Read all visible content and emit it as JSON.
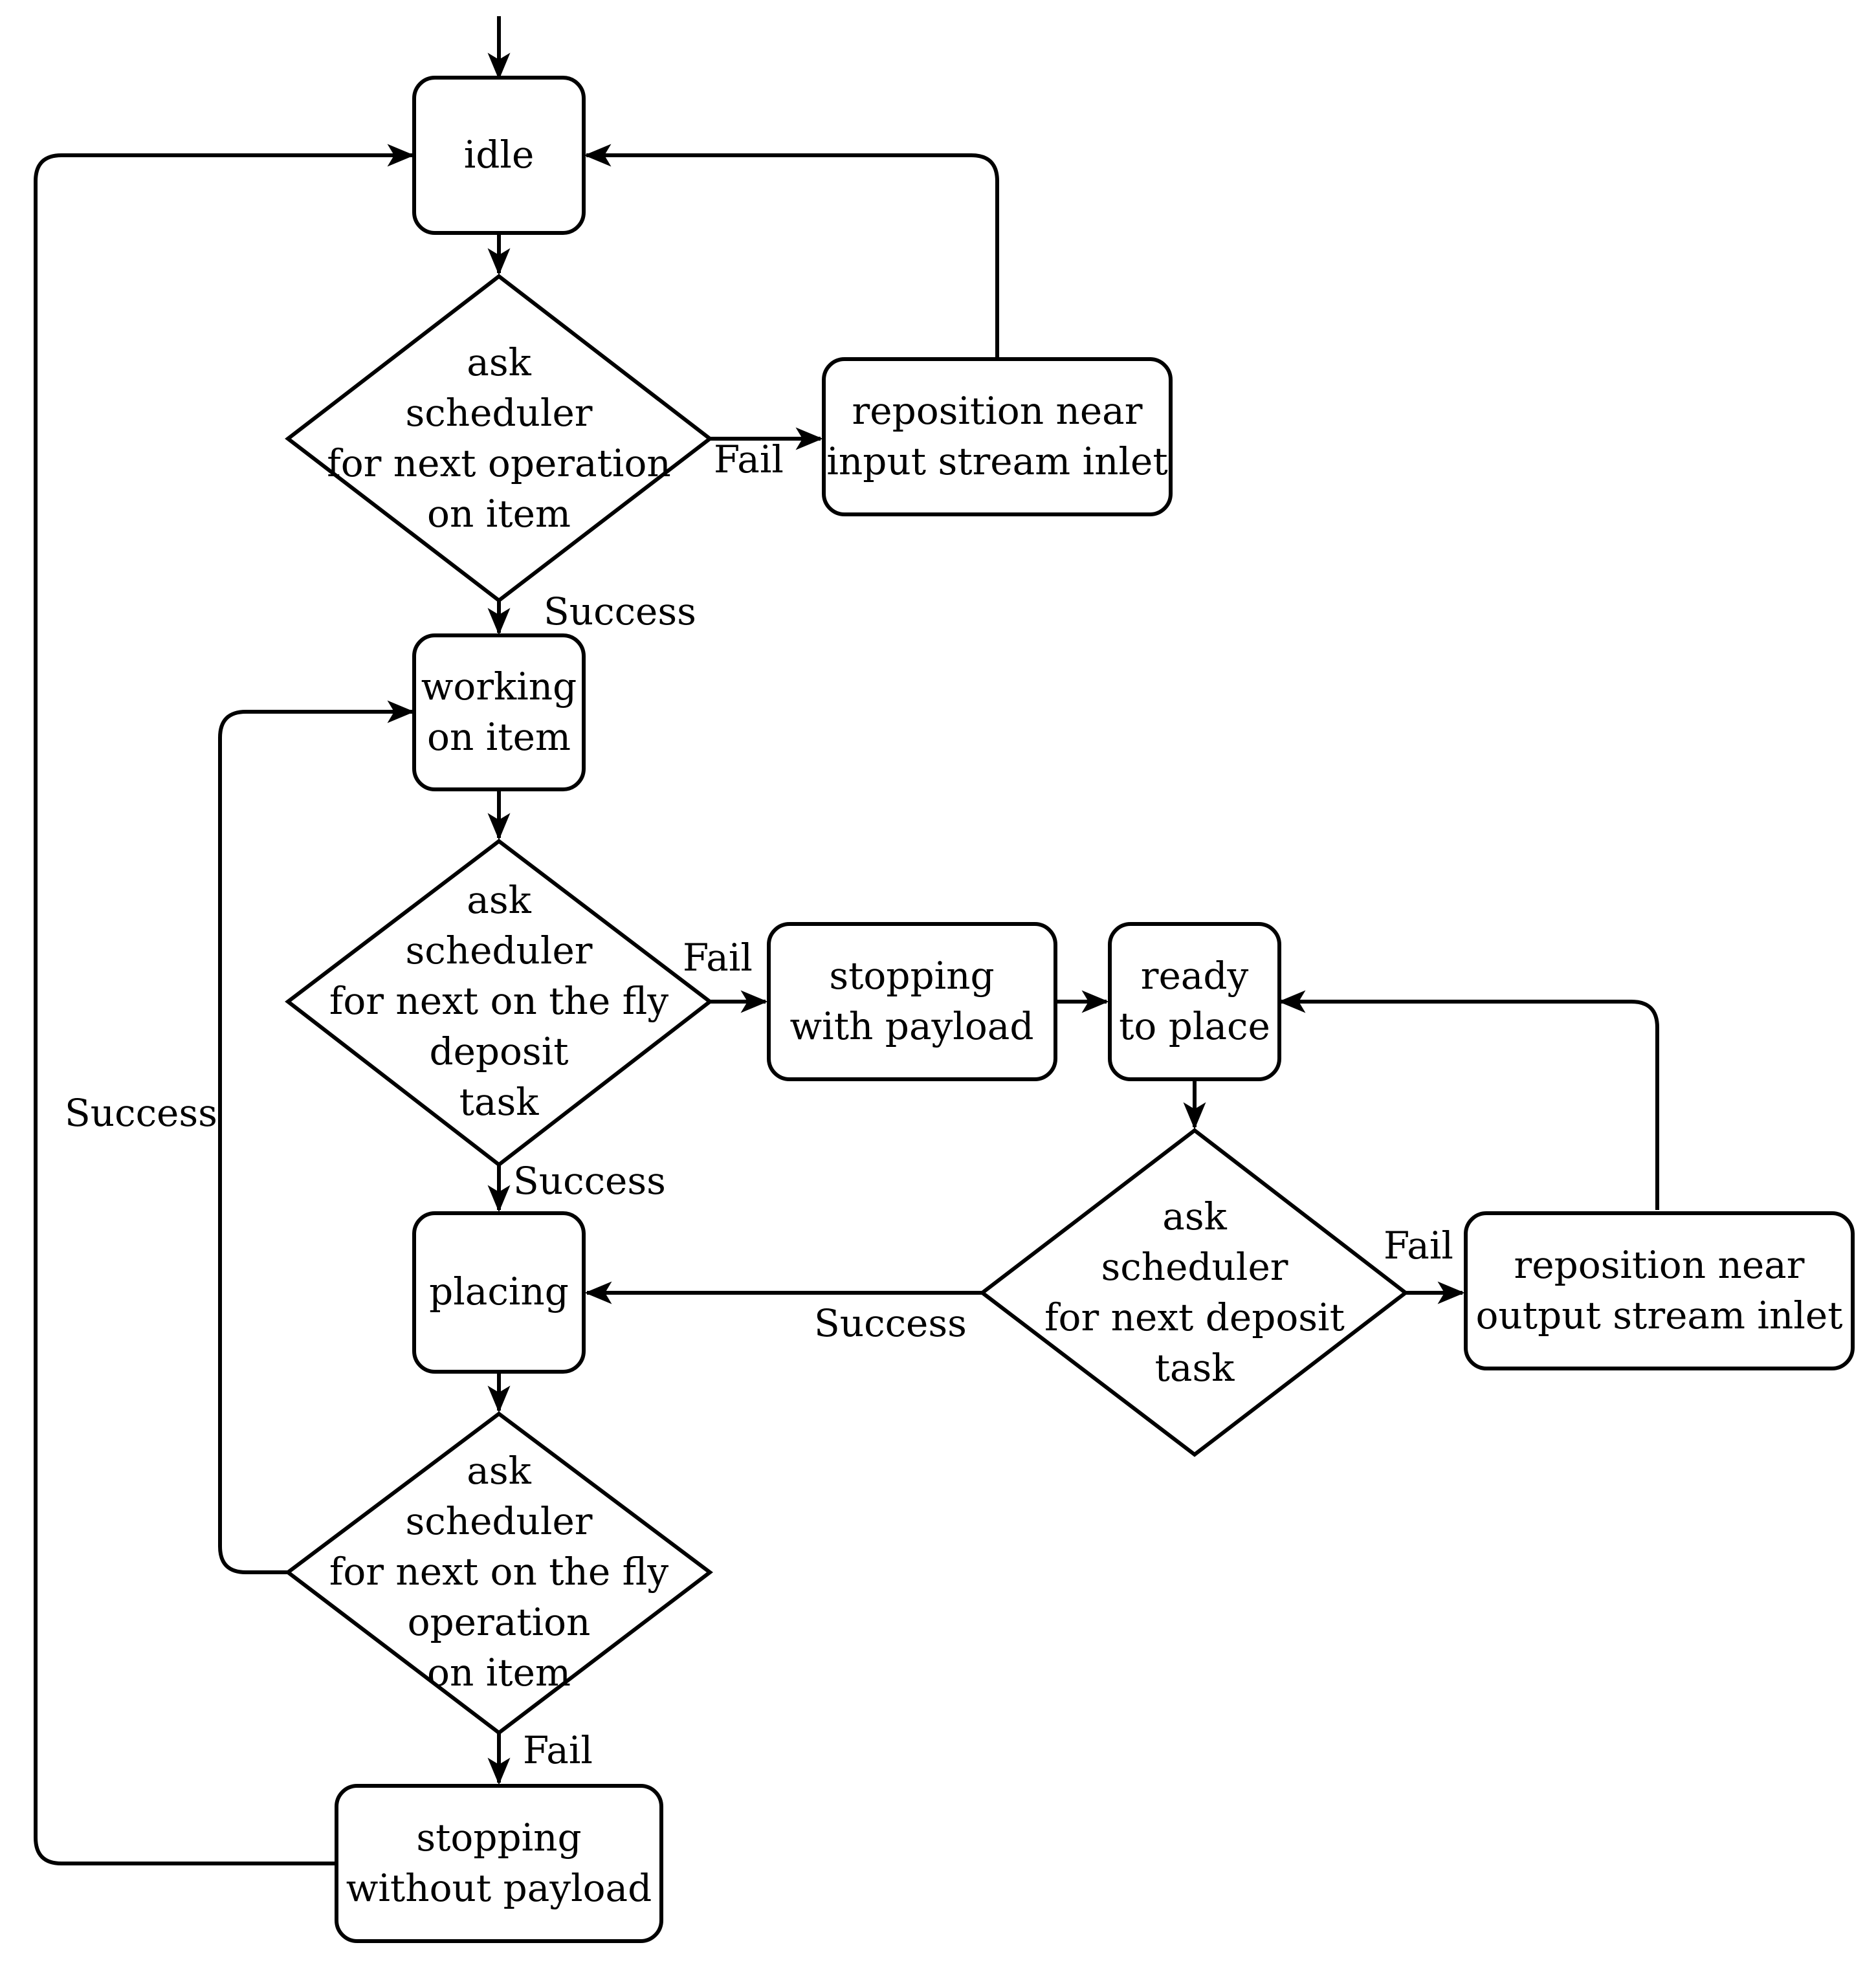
{
  "nodes": {
    "idle": {
      "lines": [
        "idle"
      ]
    },
    "ask_next_operation": {
      "lines": [
        "ask",
        "scheduler",
        "for next operation",
        "on item"
      ]
    },
    "reposition_input": {
      "lines": [
        "reposition near",
        "input stream inlet"
      ]
    },
    "working_on_item": {
      "lines": [
        "working",
        "on item"
      ]
    },
    "ask_on_the_fly_deposit": {
      "lines": [
        "ask",
        "scheduler",
        "for next on the fly",
        "deposit",
        "task"
      ]
    },
    "stopping_with_payload": {
      "lines": [
        "stopping",
        "with payload"
      ]
    },
    "ready_to_place": {
      "lines": [
        "ready",
        "to place"
      ]
    },
    "ask_next_deposit": {
      "lines": [
        "ask",
        "scheduler",
        "for next deposit",
        "task"
      ]
    },
    "reposition_output": {
      "lines": [
        "reposition near",
        "output stream inlet"
      ]
    },
    "placing": {
      "lines": [
        "placing"
      ]
    },
    "ask_on_the_fly_operation": {
      "lines": [
        "ask",
        "scheduler",
        "for next on the fly",
        "operation",
        "on item"
      ]
    },
    "stopping_without_payload": {
      "lines": [
        "stopping",
        "without payload"
      ]
    }
  },
  "edges": {
    "ask_op_fail": "Fail",
    "ask_op_success": "Success",
    "deposit_fly_fail": "Fail",
    "deposit_fly_success": "Success",
    "fly_op_success": "Success",
    "fly_op_fail": "Fail",
    "deposit_success": "Success",
    "deposit_fail": "Fail"
  }
}
